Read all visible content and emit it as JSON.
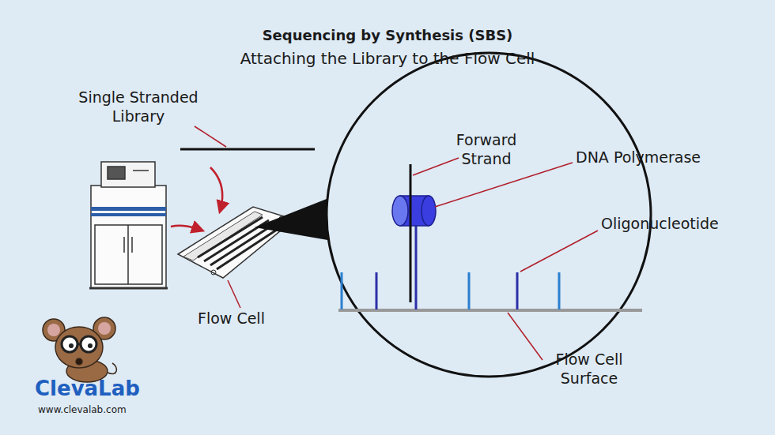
{
  "diagram": {
    "title": "Sequencing by Synthesis (SBS)",
    "labels": [
      "Attaching the Library to the Flow Cell",
      "Single Stranded Library",
      "Flow Cell",
      "Forward Strand",
      "DNA Polymerase",
      "Oligonucleotide",
      "Flow Cell Surface",
      "ClevaLab",
      "www.clevalab.com"
    ]
  }
}
